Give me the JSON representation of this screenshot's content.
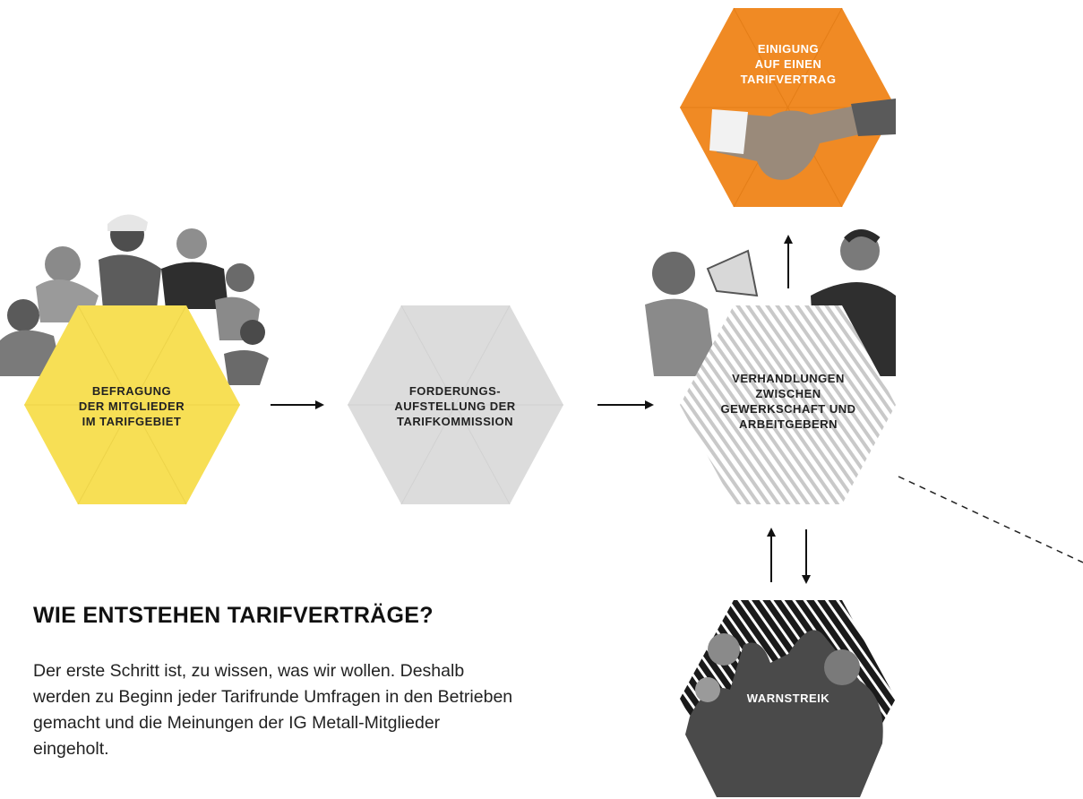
{
  "steps": {
    "befragung": {
      "lines": [
        "BEFRAGUNG",
        "DER MITGLIEDER",
        "IM TARIFGEBIET"
      ]
    },
    "forderung": {
      "lines": [
        "FORDERUNGS-",
        "AUFSTELLUNG DER",
        "TARIFKOMMISSION"
      ]
    },
    "verhandlungen": {
      "lines": [
        "VERHANDLUNGEN",
        "ZWISCHEN",
        "GEWERKSCHAFT UND",
        "ARBEITGEBERN"
      ]
    },
    "einigung": {
      "lines": [
        "EINIGUNG",
        "AUF EINEN",
        "TARIFVERTRAG"
      ]
    },
    "warnstreik": {
      "label": "WARNSTREIK"
    }
  },
  "heading": "WIE ENTSTEHEN TARIFVERTRÄGE?",
  "body_lines": [
    "Der erste Schritt ist, zu wissen, was wir wollen. Deshalb",
    "werden zu Beginn jeder Tarifrunde Umfragen in den Betrieben",
    "gemacht und die Meinungen der IG Metall-Mitglieder",
    "eingeholt."
  ],
  "colors": {
    "befragung": "#f7df55",
    "forderung": "#dcdcdc",
    "verhandlungen_stripe": "#c9c9c9",
    "einigung": "#f08a24",
    "warnstreik": "#1a1a1a",
    "arrow": "#111111"
  }
}
